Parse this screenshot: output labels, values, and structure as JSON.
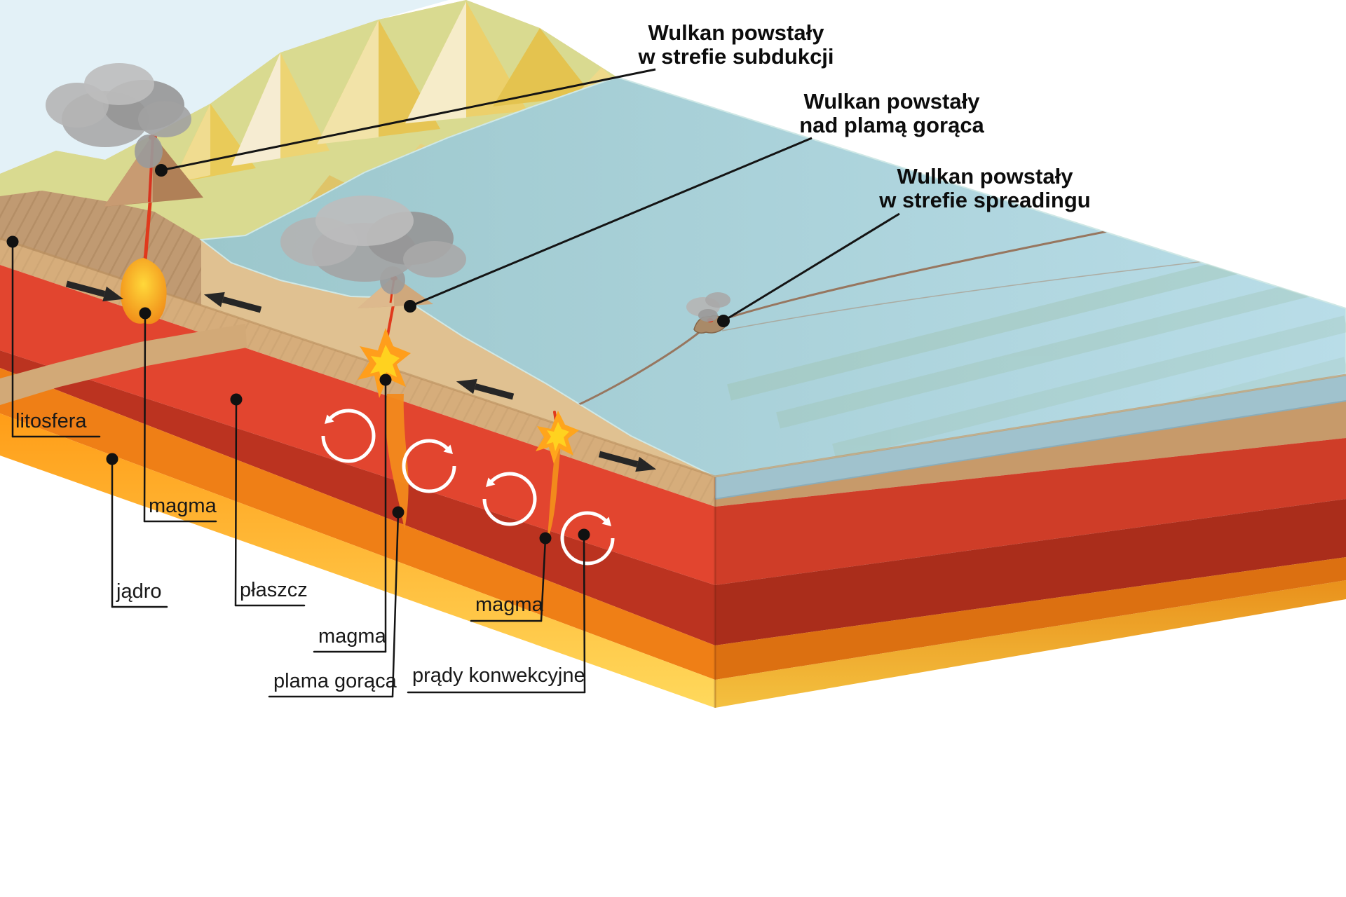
{
  "diagram": {
    "callouts": {
      "subduction": {
        "line1": "Wulkan powstały",
        "line2": "w strefie subdukcji"
      },
      "hotspot": {
        "line1": "Wulkan powstały",
        "line2": "nad plamą gorąca"
      },
      "spreading": {
        "line1": "Wulkan powstały",
        "line2": "w strefie spreadingu"
      }
    },
    "labels": {
      "litosfera": "litosfera",
      "magma_left": "magma",
      "jadro": "jądro",
      "plaszcz": "płaszcz",
      "magma_center": "magma",
      "plama_goraca": "plama gorąca",
      "prady_konwekcyjne": "prądy konwekcyjne",
      "magma_right": "magma"
    },
    "colors": {
      "sky": "#e3f1f7",
      "ocean": "#a9d1da",
      "land": "#d9da90",
      "mountain": "#e9cb59",
      "sand": "#e0c191",
      "crust": "#d6ad7b",
      "mantle_red": "#e2452f",
      "mantle_deep": "#bb3320",
      "asthenosphere_orange": "#ef7f16",
      "core_glow": "#ffd44f",
      "magma_yellow": "#ffd21f",
      "smoke": "#a3a3a3",
      "label_ink": "#141414"
    }
  }
}
